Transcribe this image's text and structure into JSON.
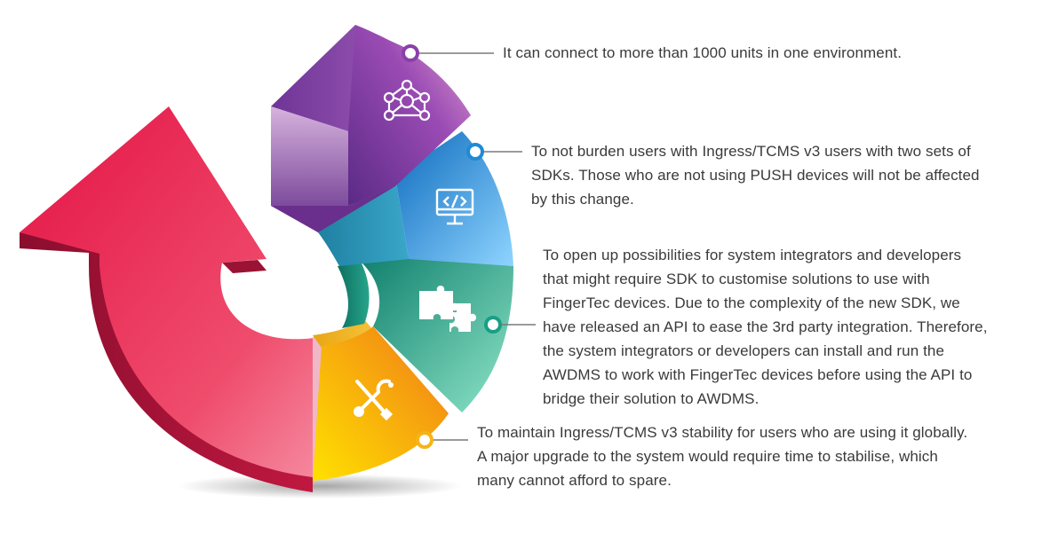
{
  "colors": {
    "arrow": "#e8194b",
    "segment_purple": "#8b3fa8",
    "segment_blue": "#1f8ad6",
    "segment_teal": "#1a9e86",
    "segment_yellow": "#f6b416",
    "connector": "#7a7a7a",
    "text": "#3a3a3a"
  },
  "segments": [
    {
      "icon": "network-icon",
      "color": "#8b3fa8",
      "lines": [
        "It can connect to more than 1000 units in one environment."
      ]
    },
    {
      "icon": "code-monitor-icon",
      "color": "#1f8ad6",
      "lines": [
        "To not burden users with Ingress/TCMS v3 users with two sets of",
        "SDKs. Those who are not using PUSH devices will not be affected",
        "by this change."
      ]
    },
    {
      "icon": "puzzle-icon",
      "color": "#1a9e86",
      "lines": [
        "To open up possibilities for system integrators and developers",
        "that might require SDK to customise solutions to use with",
        "FingerTec devices. Due to the complexity of the new SDK, we",
        "have released an API to ease the 3rd party integration. Therefore,",
        "the system integrators or developers can install and run the",
        "AWDMS to work with FingerTec devices before using the API to",
        "bridge their solution to AWDMS."
      ]
    },
    {
      "icon": "tools-icon",
      "color": "#f6b416",
      "lines": [
        "To maintain Ingress/TCMS v3 stability for users who are using it globally.",
        "A major upgrade to the system would require time to stabilise, which",
        "many cannot afford to spare."
      ]
    }
  ]
}
